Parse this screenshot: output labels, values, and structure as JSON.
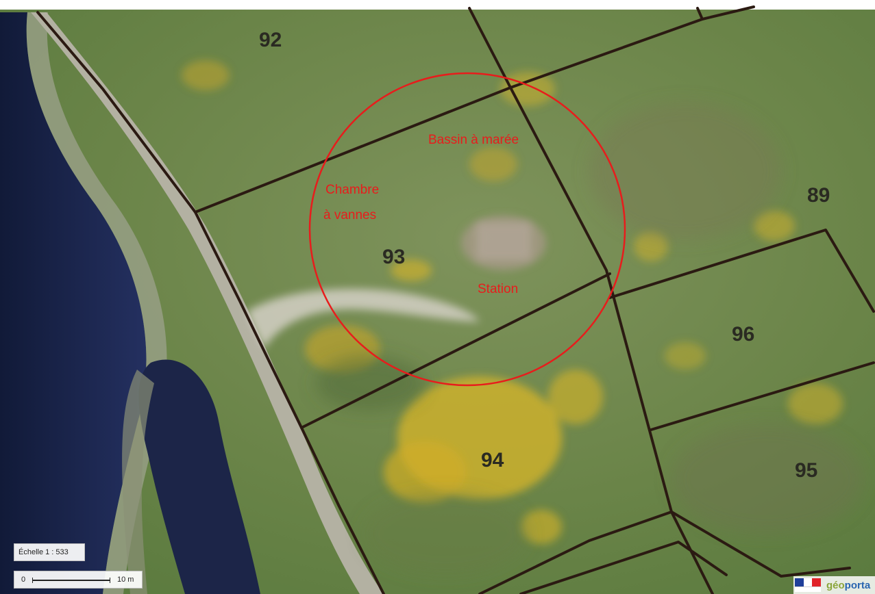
{
  "map": {
    "parcels": [
      {
        "id": "92",
        "label": "92"
      },
      {
        "id": "93",
        "label": "93"
      },
      {
        "id": "94",
        "label": "94"
      },
      {
        "id": "95",
        "label": "95"
      },
      {
        "id": "96",
        "label": "96"
      },
      {
        "id": "89",
        "label": "89"
      }
    ],
    "annotations": {
      "bassin": "Bassin à marée",
      "chambre_line1": "Chambre",
      "chambre_line2": "à vannes",
      "station": "Station"
    },
    "colors": {
      "parcel_lines": "#2b1a12",
      "annotation": "#e81c1c",
      "vegetation": "#6d8a4d",
      "water": "#1a2347",
      "gorse": "#d8b62a"
    }
  },
  "scale": {
    "label": "Échelle 1",
    "separator": ":",
    "value": "533"
  },
  "scalebar": {
    "start": "0",
    "distance": "10 m"
  },
  "logo": {
    "brand_g": "géo",
    "brand_p": "porta",
    "flag_colors": [
      "#1f3f9a",
      "#ffffff",
      "#e1232a"
    ],
    "brand_color_g": "#8aa53a",
    "brand_color_p": "#2a66b0"
  }
}
